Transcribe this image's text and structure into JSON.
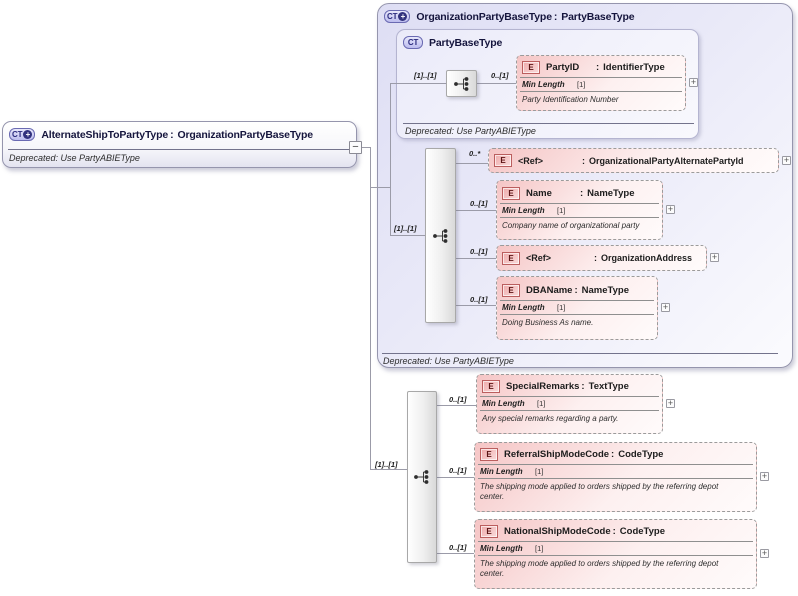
{
  "misc": {
    "colon": ":"
  },
  "icons": {
    "complex_type": "CT",
    "element": "E",
    "plus": "+",
    "minus": "−"
  },
  "colors": {
    "type_box_fill": "#dedef4",
    "inner_type_box_fill": "#ebebf9",
    "element_box_fill": "#f5c5c5",
    "ct_icon_fill": "#bcbcee",
    "e_icon_fill": "#efabab",
    "connector_line": "#9b9ba8"
  },
  "left_box": {
    "name": "AlternateShipToPartyType",
    "base": "OrganizationPartyBaseType",
    "deprecated": "Deprecated: Use PartyABIEType"
  },
  "main_box": {
    "name": "OrganizationPartyBaseType",
    "base": "PartyBaseType",
    "deprecated": "Deprecated: Use PartyABIEType"
  },
  "base_box": {
    "name": "PartyBaseType",
    "deprecated": "Deprecated: Use PartyABIEType"
  },
  "sequences": {
    "base": {
      "cardinality": "[1]..[1]"
    },
    "extension": {
      "cardinality": "[1]..[1]"
    },
    "own": {
      "cardinality": "[1]..[1]"
    }
  },
  "elements": {
    "party_id": {
      "cardinality": "0..[1]",
      "name": "PartyID",
      "type": "IdentifierType",
      "facet_name": "Min Length",
      "facet_value": "[1]",
      "doc": "Party Identification Number"
    },
    "ref_alternate": {
      "cardinality": "0..*",
      "name": "<Ref>",
      "type": "OrganizationalPartyAlternatePartyId"
    },
    "name": {
      "cardinality": "0..[1]",
      "name": "Name",
      "type": "NameType",
      "facet_name": "Min Length",
      "facet_value": "[1]",
      "doc": "Company name of organizational party"
    },
    "ref_address": {
      "cardinality": "0..[1]",
      "name": "<Ref>",
      "type": "OrganizationAddress"
    },
    "dba_name": {
      "cardinality": "0..[1]",
      "name": "DBAName",
      "type": "NameType",
      "facet_name": "Min Length",
      "facet_value": "[1]",
      "doc": "Doing Business As name."
    },
    "special_remarks": {
      "cardinality": "0..[1]",
      "name": "SpecialRemarks",
      "type": "TextType",
      "facet_name": "Min Length",
      "facet_value": "[1]",
      "doc": "Any special remarks regarding a party."
    },
    "referral_ship_mode_code": {
      "cardinality": "0..[1]",
      "name": "ReferralShipModeCode",
      "type": "CodeType",
      "facet_name": "Min Length",
      "facet_value": "[1]",
      "doc": "The shipping mode applied to orders shipped by the referring depot center."
    },
    "national_ship_mode_code": {
      "cardinality": "0..[1]",
      "name": "NationalShipModeCode",
      "type": "CodeType",
      "facet_name": "Min Length",
      "facet_value": "[1]",
      "doc": "The shipping mode applied to orders shipped by the referring depot center."
    }
  }
}
